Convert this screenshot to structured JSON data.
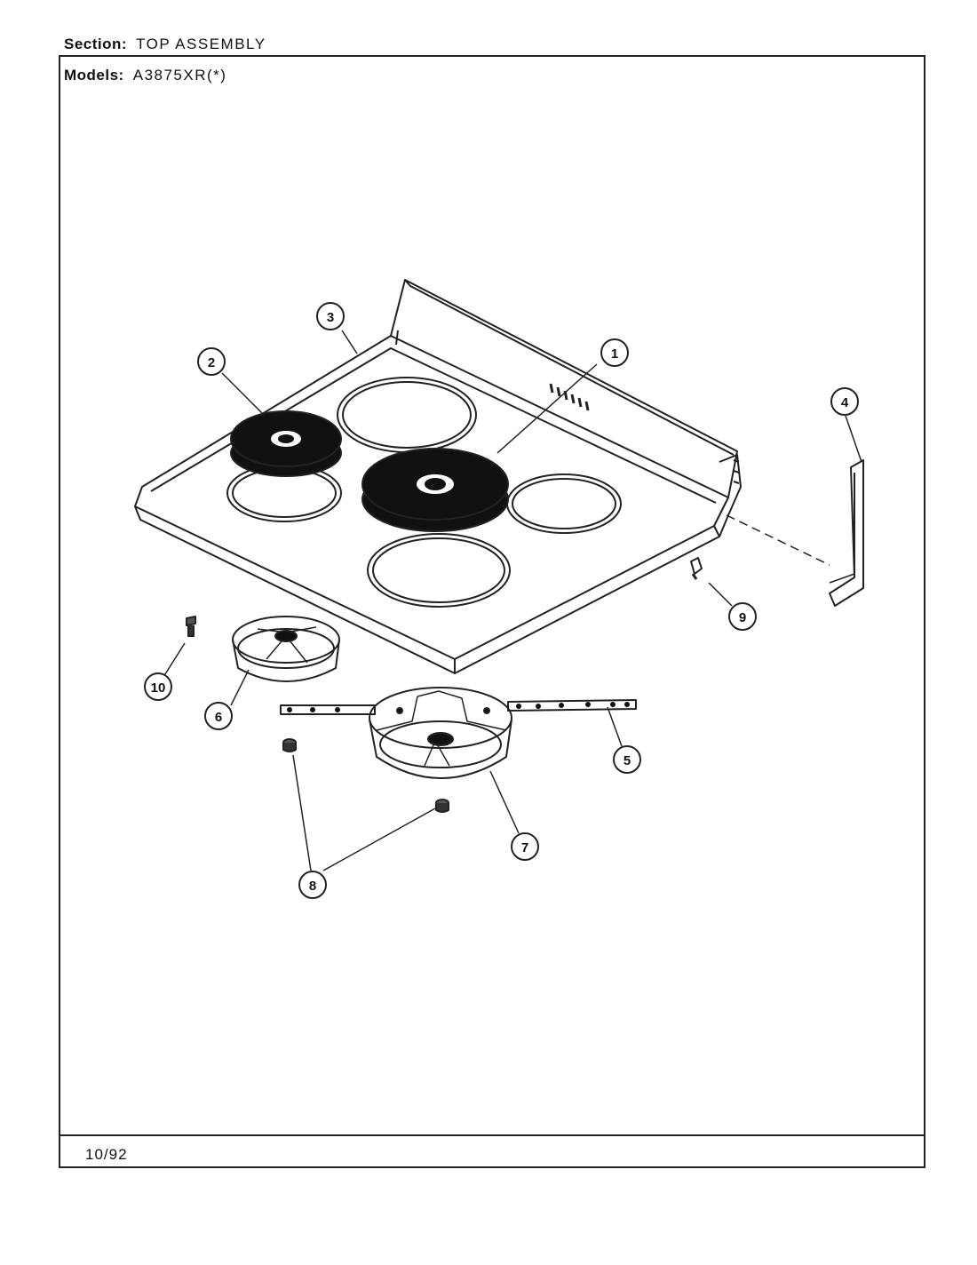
{
  "header": {
    "section_label": "Section:",
    "section_value": "TOP ASSEMBLY",
    "models_label": "Models:",
    "models_value": "A3875XR(*)"
  },
  "footer": {
    "date": "10/92"
  },
  "callouts": [
    {
      "id": "callout-1",
      "label": "1",
      "part": "surface-element-large"
    },
    {
      "id": "callout-2",
      "label": "2",
      "part": "surface-element-small"
    },
    {
      "id": "callout-3",
      "label": "3",
      "part": "cooktop-main-top"
    },
    {
      "id": "callout-4",
      "label": "4",
      "part": "side-trim"
    },
    {
      "id": "callout-5",
      "label": "5",
      "part": "support-bracket"
    },
    {
      "id": "callout-6",
      "label": "6",
      "part": "drip-bowl-small"
    },
    {
      "id": "callout-7",
      "label": "7",
      "part": "drip-bowl-large"
    },
    {
      "id": "callout-8",
      "label": "8",
      "part": "nut"
    },
    {
      "id": "callout-9",
      "label": "9",
      "part": "clip"
    },
    {
      "id": "callout-10",
      "label": "10",
      "part": "screw"
    }
  ]
}
